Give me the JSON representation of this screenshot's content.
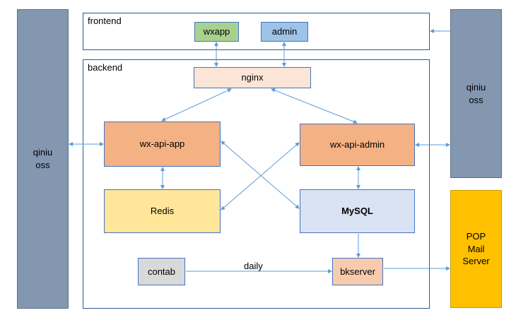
{
  "containers": {
    "frontend": "frontend",
    "backend": "backend"
  },
  "nodes": {
    "oss_left": [
      "qiniu",
      "oss"
    ],
    "oss_right": [
      "qiniu",
      "oss"
    ],
    "wxapp": "wxapp",
    "admin": "admin",
    "nginx": "nginx",
    "wx_api_app": "wx-api-app",
    "wx_api_admin": "wx-api-admin",
    "redis": "Redis",
    "mysql": "MySQL",
    "contab": "contab",
    "bkserver": "bkserver",
    "mail": [
      "POP",
      "Mail",
      "Server"
    ]
  },
  "edge_labels": {
    "daily": "daily"
  },
  "colors": {
    "oss": "#8497b0",
    "service": "#f4b183",
    "nginx": "#fbe5d6",
    "bkserver": "#f8cbad",
    "redis": "#ffe699",
    "mysql": "#dae3f3",
    "wxapp": "#a9d18e",
    "admin": "#9dc3e6",
    "contab": "#d9d9d9",
    "mail": "#ffc000",
    "connector": "#5b9bd5"
  }
}
